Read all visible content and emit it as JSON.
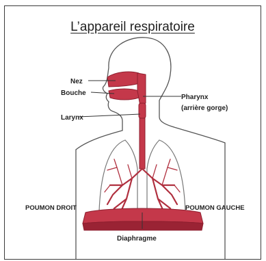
{
  "title": "L’appareil respiratoire",
  "labels": {
    "nez": "Nez",
    "bouche": "Bouche",
    "larynx": "Larynx",
    "pharynx_line1": "Pharynx",
    "pharynx_line2": "(arrière gorge)",
    "poumon_droit": "POUMON DROIT",
    "poumon_gauche": "POUMON GAUCHE",
    "diaphragme": "Diaphragme"
  },
  "colors": {
    "organ_red": "#c4384a",
    "organ_dark": "#8e1f2f",
    "outline": "#555555",
    "lung_fill": "#ffffff"
  }
}
